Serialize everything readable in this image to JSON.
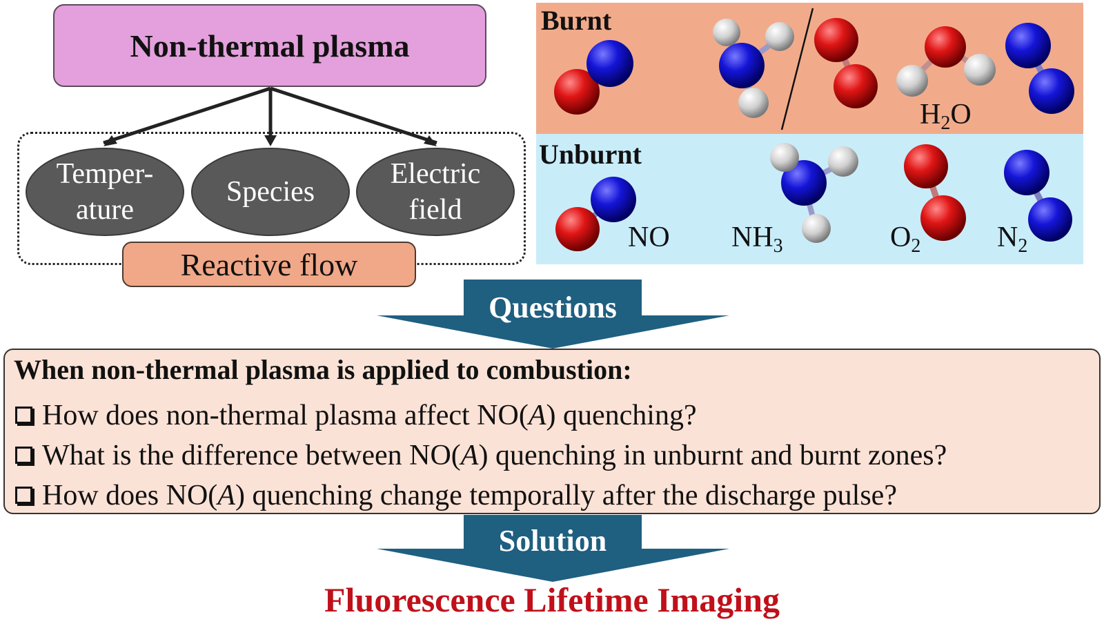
{
  "top_box": {
    "label": "Non-thermal plasma"
  },
  "factors": [
    {
      "line1": "Temper-",
      "line2": "ature"
    },
    {
      "line1": "Species",
      "line2": ""
    },
    {
      "line1": "Electric",
      "line2": "field"
    }
  ],
  "reactive_flow": "Reactive flow",
  "burnt": {
    "label": "Burnt",
    "h2o": "H",
    "h2o_sub": "2",
    "h2o_tail": "O"
  },
  "unburnt": {
    "label": "Unburnt",
    "molecules": [
      {
        "main": "NO",
        "sub": ""
      },
      {
        "main": "NH",
        "sub": "3"
      },
      {
        "main": "O",
        "sub": "2"
      },
      {
        "main": "N",
        "sub": "2"
      }
    ]
  },
  "questions_arrow": "Questions",
  "questions": {
    "heading": "When non-thermal plasma is applied to combustion:",
    "items": [
      {
        "before": "How does non-thermal plasma affect NO(",
        "italic": "A",
        "after": ") quenching?"
      },
      {
        "before": "What is the difference between NO(",
        "italic": "A",
        "after": ") quenching in unburnt and burnt zones?"
      },
      {
        "before": "How does NO(",
        "italic": "A",
        "after": ") quenching change temporally after the discharge pulse?"
      }
    ]
  },
  "solution_arrow": "Solution",
  "final": "Fluorescence Lifetime Imaging",
  "colors": {
    "title_box": "#e3a0dc",
    "ellipse": "#595959",
    "reactive_flow": "#f0a888",
    "burnt_bg": "#f1ab8b",
    "unburnt_bg": "#c9ecf9",
    "arrow": "#1f5f80",
    "question_box": "#fbe2d6",
    "final_text": "#c0101a",
    "oxygen_atom": "#e01515",
    "nitrogen_atom": "#1515d8",
    "hydrogen_atom": "#d8d8d8"
  }
}
